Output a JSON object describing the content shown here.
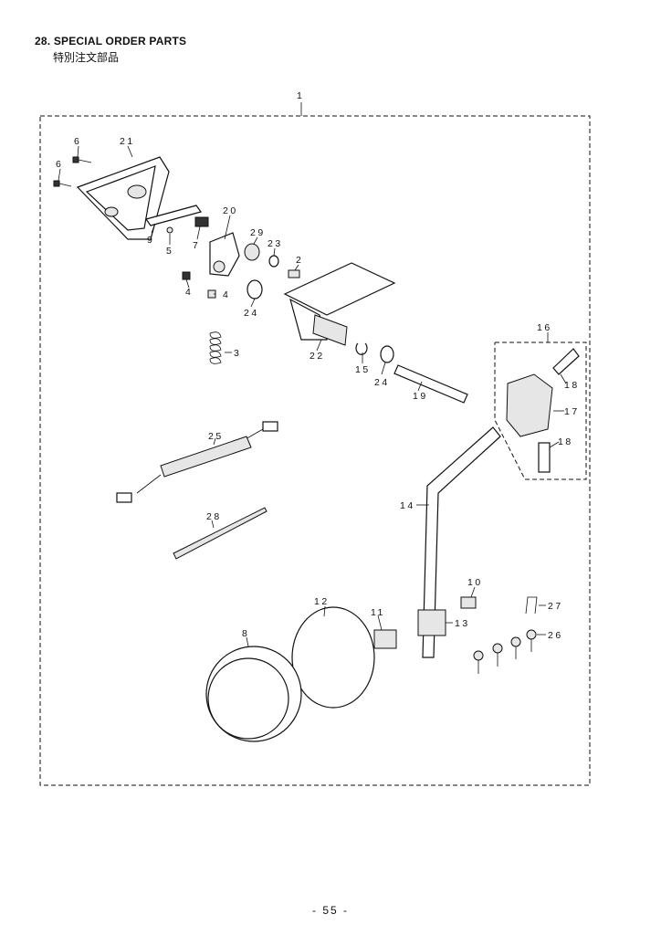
{
  "header": {
    "title": "28. SPECIAL ORDER PARTS",
    "subtitle": "特別注文部品"
  },
  "callouts": {
    "c1": "1",
    "c2": "2",
    "c3": "3",
    "c4a": "4",
    "c4b": "4",
    "c5": "5",
    "c6a": "6",
    "c6b": "6",
    "c7": "7",
    "c8": "8",
    "c9": "9",
    "c10": "10",
    "c11": "11",
    "c12": "12",
    "c13": "13",
    "c14": "14",
    "c15": "15",
    "c16": "16",
    "c17": "17",
    "c18a": "18",
    "c18b": "18",
    "c19": "19",
    "c20": "20",
    "c21": "21",
    "c22": "22",
    "c23": "23",
    "c24a": "24",
    "c24b": "24",
    "c25": "25",
    "c26": "26",
    "c27": "27",
    "c28": "28",
    "c29": "29"
  },
  "footer": {
    "page_number": "- 55 -"
  }
}
